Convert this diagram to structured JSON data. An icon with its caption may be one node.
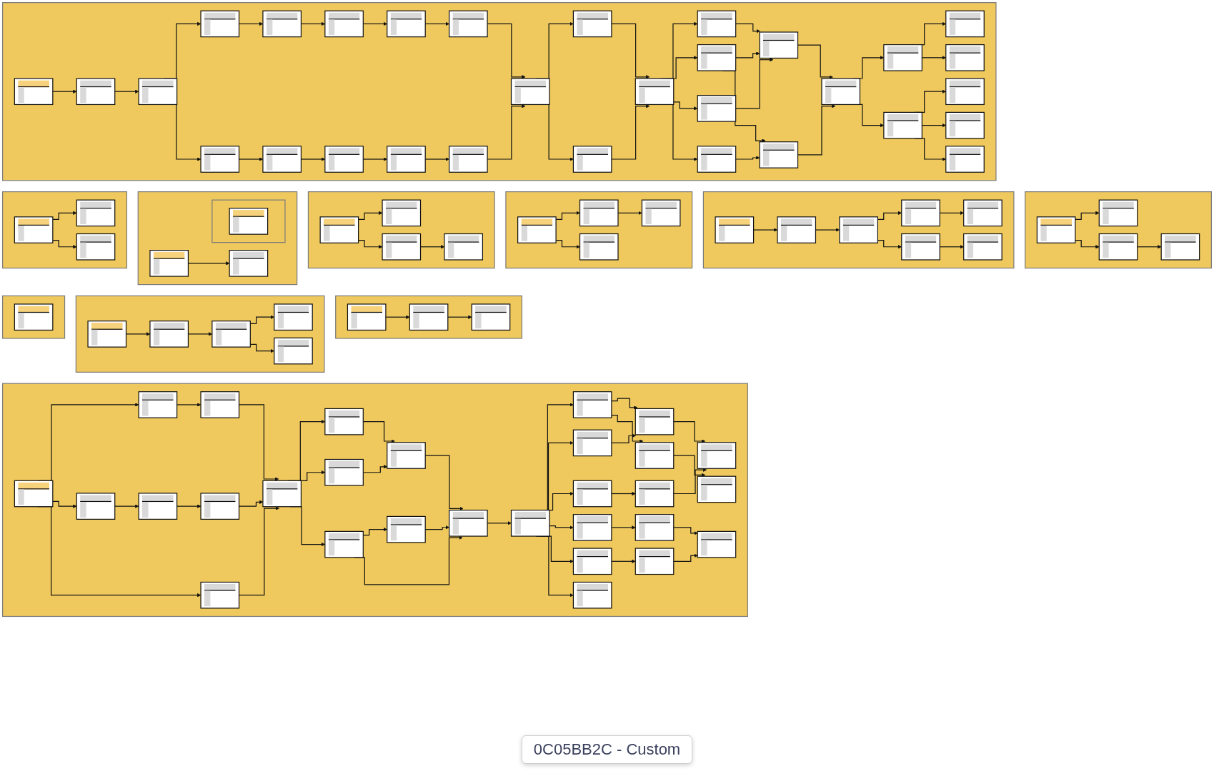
{
  "diagram": {
    "nodes": [
      {
        "text": [],
        "shape": "box"
      },
      {
        "text": [],
        "shape": "box",
        "in": 0
      },
      {
        "text": [],
        "shape": "box",
        "in": 0
      },
      {
        "text": [],
        "shape": "box",
        "in": 0
      },
      {
        "text": [],
        "shape": "box",
        "in": 0
      },
      {
        "text": [],
        "shape": "box",
        "in": 0
      },
      {
        "text": [],
        "shape": "box",
        "in": 0
      },
      {
        "text": [],
        "shape": "box",
        "in": 0
      },
      {
        "text": [],
        "shape": "box",
        "in": 0
      },
      {
        "text": [],
        "shape": "box",
        "in": 0
      },
      {
        "text": [],
        "shape": "box",
        "in": 0
      },
      {
        "text": [],
        "shape": "box",
        "in": 0
      },
      {
        "text": [],
        "shape": "box",
        "in": 0
      },
      {
        "text": [],
        "shape": "box",
        "in": 0
      },
      {
        "text": [],
        "shape": "box",
        "in": 0
      },
      {
        "text": [],
        "shape": "box",
        "in": 0
      },
      {
        "text": [],
        "shape": "box",
        "in": 0
      },
      {
        "text": [],
        "shape": "box",
        "in": 0
      },
      {
        "text": [],
        "shape": "box",
        "in": 0
      },
      {
        "text": [],
        "shape": "box",
        "in": 0
      },
      {
        "text": [],
        "shape": "box",
        "in": 0
      },
      {
        "text": [],
        "shape": "box",
        "in": 0
      },
      {
        "text": [],
        "shape": "box",
        "in": 0
      },
      {
        "text": [],
        "shape": "box",
        "in": 0
      },
      {
        "text": [],
        "shape": "box",
        "in": 0
      },
      {
        "text": [],
        "shape": "box",
        "in": 0
      },
      {
        "text": [],
        "shape": "box",
        "in": 0
      },
      {
        "text": [],
        "shape": "box",
        "in": 0
      },
      {
        "text": [],
        "shape": "box",
        "in": 0
      },
      {
        "text": [],
        "shape": "box",
        "in": 0
      },
      {
        "text": [],
        "shape": "box",
        "in": 0
      },
      {
        "text": [],
        "shape": "box",
        "in": 0
      },
      {
        "text": [],
        "shape": "box"
      },
      {
        "text": [],
        "shape": "box",
        "in": 32
      },
      {
        "text": [],
        "shape": "box",
        "in": 32
      },
      {
        "text": [],
        "shape": "box",
        "in": 32
      },
      {
        "text": [],
        "shape": "box"
      },
      {
        "text": [],
        "shape": "box",
        "in": 36
      },
      {
        "text": [],
        "shape": "box",
        "in": 36
      },
      {
        "text": [],
        "shape": "box",
        "in": 38
      },
      {
        "text": [],
        "shape": "box",
        "in": 36
      },
      {
        "text": [],
        "shape": "box"
      },
      {
        "text": [],
        "shape": "box",
        "in": 41
      },
      {
        "text": [],
        "shape": "box",
        "in": 41
      },
      {
        "text": [],
        "shape": "box",
        "in": 41
      },
      {
        "text": [],
        "shape": "box",
        "in": 41
      },
      {
        "text": [],
        "shape": "box"
      },
      {
        "text": [],
        "shape": "box",
        "in": 46
      },
      {
        "text": [],
        "shape": "box",
        "in": 46
      },
      {
        "text": [],
        "shape": "box",
        "in": 46
      },
      {
        "text": [],
        "shape": "box",
        "in": 46
      },
      {
        "text": [],
        "shape": "box"
      },
      {
        "text": [],
        "shape": "box",
        "in": 51
      },
      {
        "text": [],
        "shape": "box",
        "in": 51
      },
      {
        "text": [],
        "shape": "box",
        "in": 51
      },
      {
        "text": [],
        "shape": "box",
        "in": 51
      },
      {
        "text": [],
        "shape": "box",
        "in": 51
      },
      {
        "text": [],
        "shape": "box",
        "in": 51
      },
      {
        "text": [],
        "shape": "box",
        "in": 51
      },
      {
        "text": [],
        "shape": "box"
      },
      {
        "text": [],
        "shape": "box",
        "in": 59
      },
      {
        "text": [],
        "shape": "box",
        "in": 59
      },
      {
        "text": [],
        "shape": "box",
        "in": 59
      },
      {
        "text": [],
        "shape": "box",
        "in": 59
      },
      {
        "text": [],
        "shape": "box"
      },
      {
        "text": [],
        "shape": "box",
        "in": 64
      },
      {
        "text": [],
        "shape": "box"
      },
      {
        "text": [],
        "shape": "box",
        "in": 66
      },
      {
        "text": [],
        "shape": "box",
        "in": 66
      },
      {
        "text": [],
        "shape": "box",
        "in": 66
      },
      {
        "text": [],
        "shape": "box",
        "in": 66
      },
      {
        "text": [],
        "shape": "box",
        "in": 66
      },
      {
        "text": [],
        "shape": "box"
      },
      {
        "text": [],
        "shape": "box",
        "in": 72
      },
      {
        "text": [],
        "shape": "box",
        "in": 72
      },
      {
        "text": [],
        "shape": "box",
        "in": 72
      },
      {
        "text": [],
        "shape": "box"
      },
      {
        "text": [],
        "shape": "box",
        "in": 76
      },
      {
        "text": [],
        "shape": "box",
        "in": 76
      },
      {
        "text": [],
        "shape": "box",
        "in": 76
      },
      {
        "text": [],
        "shape": "box",
        "in": 76
      },
      {
        "text": [],
        "shape": "box",
        "in": 76
      },
      {
        "text": [],
        "shape": "box",
        "in": 76
      },
      {
        "text": [],
        "shape": "box",
        "in": 76
      },
      {
        "text": [],
        "shape": "box",
        "in": 76
      },
      {
        "text": [],
        "shape": "box",
        "in": 76
      },
      {
        "text": [],
        "shape": "box",
        "in": 76
      },
      {
        "text": [],
        "shape": "box",
        "in": 76
      },
      {
        "text": [],
        "shape": "box",
        "in": 76
      },
      {
        "text": [],
        "shape": "box",
        "in": 76
      },
      {
        "text": [],
        "shape": "box",
        "in": 76
      },
      {
        "text": [],
        "shape": "box",
        "in": 76
      },
      {
        "text": [],
        "shape": "box",
        "in": 76
      },
      {
        "text": [],
        "shape": "box",
        "in": 76
      },
      {
        "text": [],
        "shape": "box",
        "in": 76
      },
      {
        "text": [],
        "shape": "box",
        "in": 76
      },
      {
        "text": [],
        "shape": "box",
        "in": 76
      },
      {
        "text": [],
        "shape": "box",
        "in": 76
      },
      {
        "text": [],
        "shape": "box",
        "in": 76
      },
      {
        "text": [],
        "shape": "box",
        "in": 76
      },
      {
        "text": [],
        "shape": "box",
        "in": 76
      },
      {
        "text": [],
        "shape": "box",
        "in": 76
      },
      {
        "text": [],
        "shape": "box",
        "in": 76
      },
      {
        "text": [],
        "shape": "box",
        "in": 76
      },
      {
        "text": [],
        "shape": "box",
        "in": 76
      },
      {
        "text": [],
        "shape": "box",
        "in": 76
      }
    ],
    "edges": [
      {
        "from": 1,
        "to": 2,
        "arrow": "to"
      },
      {
        "from": 2,
        "to": 3,
        "arrow": "to"
      },
      {
        "from": 3,
        "to": 4,
        "arrow": "to"
      },
      {
        "from": 3,
        "to": 5,
        "arrow": "to"
      },
      {
        "from": 4,
        "to": 6,
        "arrow": "to"
      },
      {
        "from": 5,
        "to": 7,
        "arrow": "to"
      },
      {
        "from": 6,
        "to": 8,
        "arrow": "to"
      },
      {
        "from": 7,
        "to": 9,
        "arrow": "to"
      },
      {
        "from": 8,
        "to": 10,
        "arrow": "to"
      },
      {
        "from": 9,
        "to": 11,
        "arrow": "to"
      },
      {
        "from": 10,
        "to": 12,
        "arrow": "to"
      },
      {
        "from": 11,
        "to": 13,
        "arrow": "to"
      },
      {
        "from": 12,
        "to": 14,
        "arrow": "to"
      },
      {
        "from": 13,
        "to": 14,
        "arrow": "to"
      },
      {
        "from": 14,
        "to": 15,
        "arrow": "to"
      },
      {
        "from": 14,
        "to": 16,
        "arrow": "to"
      },
      {
        "from": 15,
        "to": 17,
        "arrow": "to"
      },
      {
        "from": 16,
        "to": 17,
        "arrow": "to"
      },
      {
        "from": 17,
        "to": 18,
        "arrow": "to"
      },
      {
        "from": 17,
        "to": 19,
        "arrow": "to"
      },
      {
        "from": 17,
        "to": 20,
        "arrow": "to"
      },
      {
        "from": 17,
        "to": 21,
        "arrow": "to"
      },
      {
        "from": 18,
        "to": 22,
        "arrow": "to"
      },
      {
        "from": 19,
        "to": 22,
        "arrow": "to"
      },
      {
        "from": 20,
        "to": 22,
        "arrow": "to"
      },
      {
        "from": 19,
        "to": 23,
        "arrow": "to"
      },
      {
        "from": 21,
        "to": 23,
        "arrow": "to"
      },
      {
        "from": 22,
        "to": 24,
        "arrow": "to"
      },
      {
        "from": 23,
        "to": 24,
        "arrow": "to"
      },
      {
        "from": 24,
        "to": 25,
        "arrow": "to"
      },
      {
        "from": 24,
        "to": 26,
        "arrow": "to"
      },
      {
        "from": 25,
        "to": 27,
        "arrow": "to"
      },
      {
        "from": 25,
        "to": 28,
        "arrow": "to"
      },
      {
        "from": 26,
        "to": 29,
        "arrow": "to"
      },
      {
        "from": 26,
        "to": 30,
        "arrow": "to"
      },
      {
        "from": 26,
        "to": 31,
        "arrow": "to"
      },
      {
        "from": 33,
        "to": 34,
        "arrow": "to"
      },
      {
        "from": 33,
        "to": 35,
        "arrow": "to"
      },
      {
        "from": 37,
        "to": 40,
        "arrow": "to"
      },
      {
        "from": 42,
        "to": 43,
        "arrow": "to"
      },
      {
        "from": 42,
        "to": 44,
        "arrow": "to"
      },
      {
        "from": 44,
        "to": 45,
        "arrow": "to"
      },
      {
        "from": 47,
        "to": 48,
        "arrow": "to"
      },
      {
        "from": 47,
        "to": 49,
        "arrow": "to"
      },
      {
        "from": 48,
        "to": 50,
        "arrow": "to"
      },
      {
        "from": 52,
        "to": 53,
        "arrow": "to"
      },
      {
        "from": 53,
        "to": 54,
        "arrow": "to"
      },
      {
        "from": 54,
        "to": 55,
        "arrow": "to"
      },
      {
        "from": 54,
        "to": 56,
        "arrow": "to"
      },
      {
        "from": 55,
        "to": 57,
        "arrow": "to"
      },
      {
        "from": 56,
        "to": 58,
        "arrow": "to"
      },
      {
        "from": 60,
        "to": 61,
        "arrow": "to"
      },
      {
        "from": 60,
        "to": 62,
        "arrow": "to"
      },
      {
        "from": 62,
        "to": 63,
        "arrow": "to"
      },
      {
        "from": 67,
        "to": 68,
        "arrow": "to"
      },
      {
        "from": 68,
        "to": 69,
        "arrow": "to"
      },
      {
        "from": 69,
        "to": 70,
        "arrow": "to"
      },
      {
        "from": 69,
        "to": 71,
        "arrow": "to"
      },
      {
        "from": 73,
        "to": 74,
        "arrow": "to"
      },
      {
        "from": 74,
        "to": 75,
        "arrow": "to"
      },
      {
        "from": 77,
        "to": 78,
        "arrow": "to"
      },
      {
        "from": 77,
        "to": 79,
        "arrow": "to"
      },
      {
        "from": 77,
        "to": 80,
        "arrow": "to"
      },
      {
        "from": 78,
        "to": 81,
        "arrow": "to"
      },
      {
        "from": 79,
        "to": 82,
        "arrow": "to"
      },
      {
        "from": 82,
        "to": 83,
        "arrow": "to"
      },
      {
        "from": 81,
        "to": 84,
        "arrow": "to"
      },
      {
        "from": 83,
        "to": 84,
        "arrow": "to"
      },
      {
        "from": 80,
        "to": 84,
        "arrow": "to"
      },
      {
        "from": 84,
        "to": 85,
        "arrow": "to"
      },
      {
        "from": 84,
        "to": 86,
        "arrow": "to"
      },
      {
        "from": 85,
        "to": 87,
        "arrow": "to"
      },
      {
        "from": 86,
        "to": 87,
        "arrow": "to"
      },
      {
        "from": 84,
        "to": 88,
        "arrow": "to"
      },
      {
        "from": 87,
        "to": 90,
        "arrow": "to"
      },
      {
        "from": 88,
        "to": 89,
        "arrow": "to"
      },
      {
        "from": 88,
        "to": 90,
        "arrow": "to"
      },
      {
        "from": 89,
        "to": 90,
        "arrow": "to"
      },
      {
        "from": 90,
        "to": 91,
        "arrow": "to"
      },
      {
        "from": 91,
        "to": 92,
        "arrow": "to"
      },
      {
        "from": 91,
        "to": 93,
        "arrow": "to"
      },
      {
        "from": 91,
        "to": 94,
        "arrow": "to"
      },
      {
        "from": 91,
        "to": 95,
        "arrow": "to"
      },
      {
        "from": 91,
        "to": 96,
        "arrow": "to"
      },
      {
        "from": 92,
        "to": 97,
        "arrow": "to"
      },
      {
        "from": 93,
        "to": 97,
        "arrow": "to"
      },
      {
        "from": 94,
        "to": 98,
        "arrow": "to"
      },
      {
        "from": 95,
        "to": 99,
        "arrow": "to"
      },
      {
        "from": 96,
        "to": 100,
        "arrow": "to"
      },
      {
        "from": 97,
        "to": 102,
        "arrow": "to"
      },
      {
        "from": 98,
        "to": 102,
        "arrow": "to"
      },
      {
        "from": 99,
        "to": 101,
        "arrow": "to"
      },
      {
        "from": 100,
        "to": 101,
        "arrow": "to"
      },
      {
        "from": 91,
        "to": 103,
        "arrow": "to"
      },
      {
        "from": 92,
        "to": 104,
        "arrow": "to"
      },
      {
        "from": 104,
        "to": 105,
        "arrow": "to"
      }
    ],
    "labels": [
      "0C05BB2C - Custom"
    ]
  }
}
